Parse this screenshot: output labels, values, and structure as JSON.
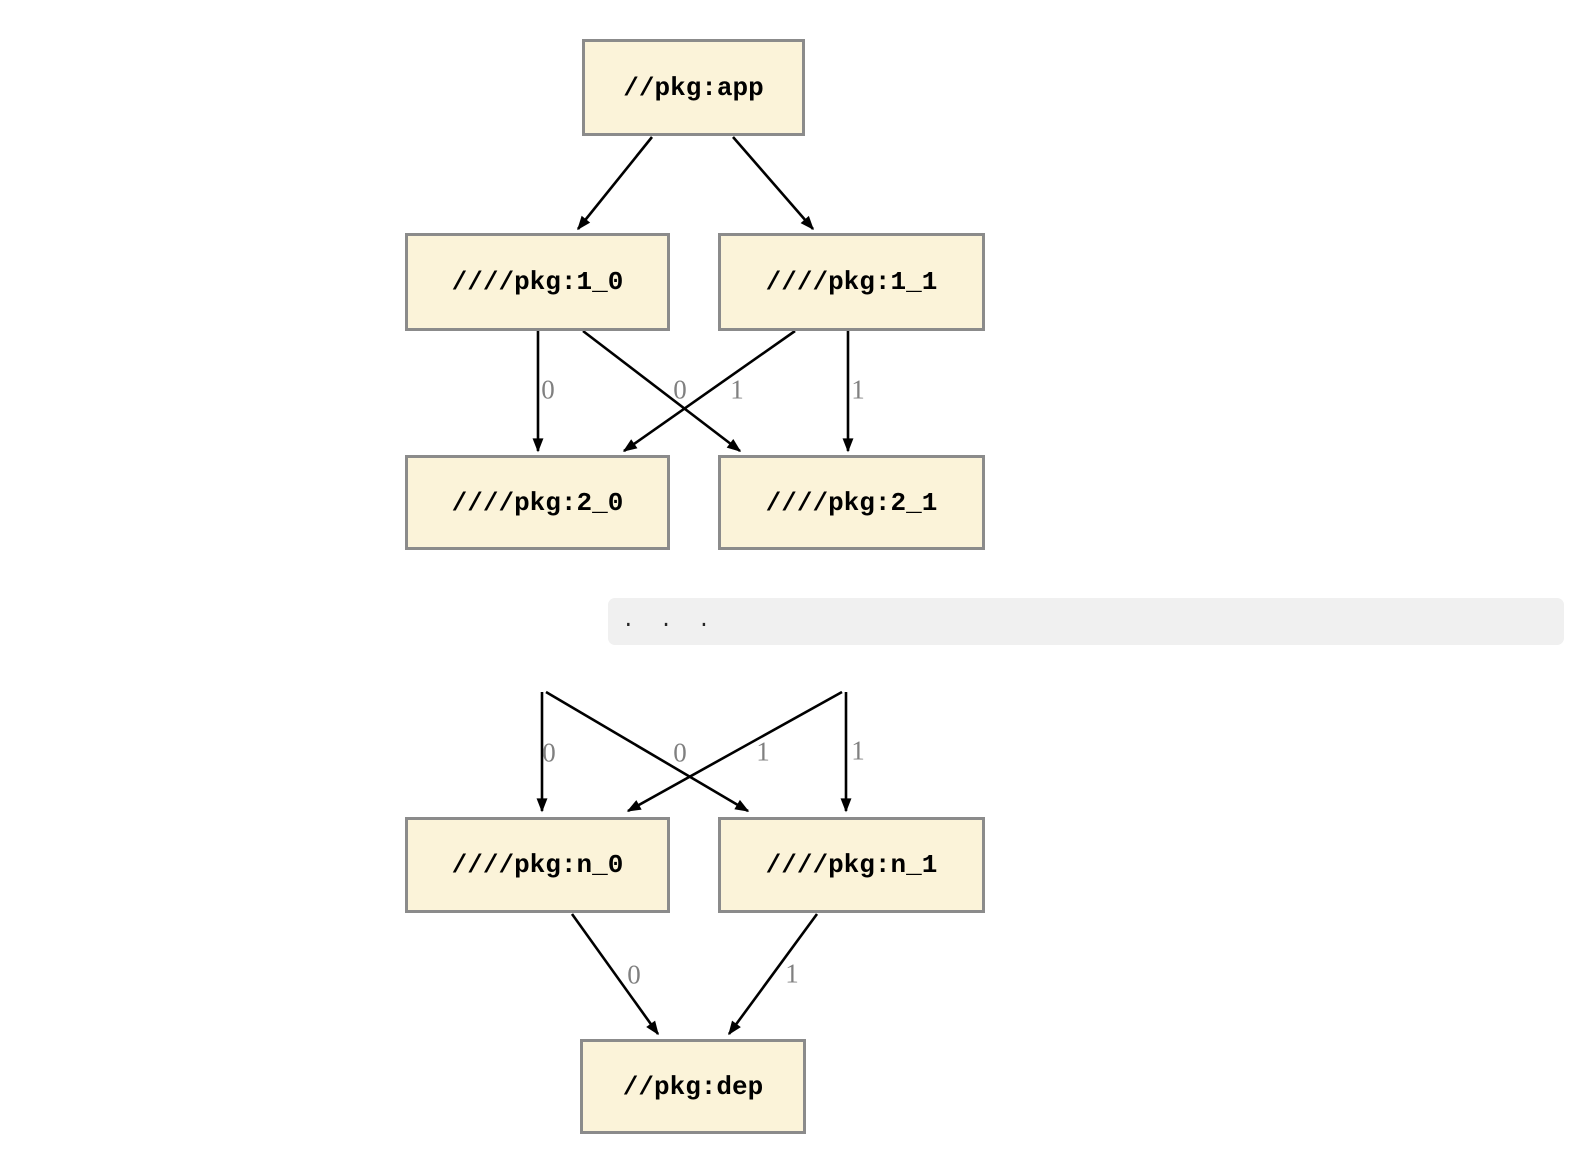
{
  "graph": {
    "type": "dependency-graph",
    "nodes": [
      {
        "id": "app",
        "label": "//pkg:app"
      },
      {
        "id": "1_0",
        "label": "////pkg:1_0"
      },
      {
        "id": "1_1",
        "label": "////pkg:1_1"
      },
      {
        "id": "2_0",
        "label": "////pkg:2_0"
      },
      {
        "id": "2_1",
        "label": "////pkg:2_1"
      },
      {
        "id": "n_0",
        "label": "////pkg:n_0"
      },
      {
        "id": "n_1",
        "label": "////pkg:n_1"
      },
      {
        "id": "dep",
        "label": "//pkg:dep"
      }
    ],
    "edges": [
      {
        "from": "app",
        "to": "1_0",
        "label": ""
      },
      {
        "from": "app",
        "to": "1_1",
        "label": ""
      },
      {
        "from": "1_0",
        "to": "2_0",
        "label": "0"
      },
      {
        "from": "1_0",
        "to": "2_1",
        "label": "0"
      },
      {
        "from": "1_1",
        "to": "2_0",
        "label": "1"
      },
      {
        "from": "1_1",
        "to": "2_1",
        "label": "1"
      },
      {
        "from": "…",
        "to": "n_0",
        "label": "0"
      },
      {
        "from": "…",
        "to": "n_1",
        "label": "0"
      },
      {
        "from": "…",
        "to": "n_0",
        "label": "1"
      },
      {
        "from": "…",
        "to": "n_1",
        "label": "1"
      },
      {
        "from": "n_0",
        "to": "dep",
        "label": "0"
      },
      {
        "from": "n_1",
        "to": "dep",
        "label": "1"
      }
    ],
    "ellipsis": ".  .  ."
  },
  "colors": {
    "page_bg": "#FFFFFF",
    "node_fill": "#FBF3D9",
    "node_border": "#8B8B8B",
    "edge": "#000000",
    "edge_label": "#808080",
    "ellipsis_bg": "#F0F0F0",
    "ellipsis_text": "#262626"
  }
}
